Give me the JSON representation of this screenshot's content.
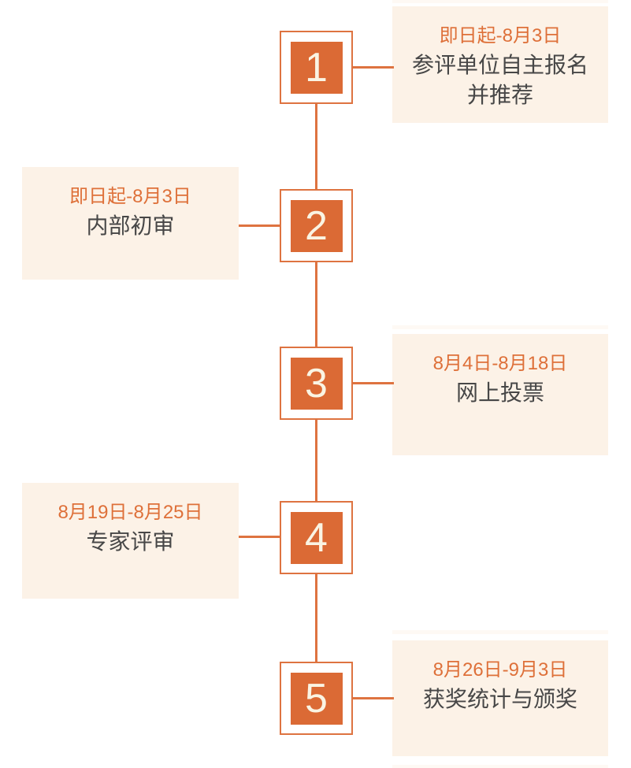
{
  "colors": {
    "orange_fill": "#DB6A35",
    "orange_line": "#DE7340",
    "date_color": "#DE7039",
    "box_background": "#FCF2E7",
    "label_color": "#474747",
    "number_color": "#FAF4E3"
  },
  "timeline": {
    "type": "vertical-step-flow",
    "steps": [
      {
        "number": "1",
        "side": "right",
        "date": "即日起-8月3日",
        "label": "参评单位自主报名\n并推荐"
      },
      {
        "number": "2",
        "side": "left",
        "date": "即日起-8月3日",
        "label": "内部初审"
      },
      {
        "number": "3",
        "side": "right",
        "date": "8月4日-8月18日",
        "label": "网上投票"
      },
      {
        "number": "4",
        "side": "left",
        "date": "8月19日-8月25日",
        "label": "专家评审"
      },
      {
        "number": "5",
        "side": "right",
        "date": "8月26日-9月3日",
        "label": "获奖统计与颁奖"
      }
    ]
  }
}
